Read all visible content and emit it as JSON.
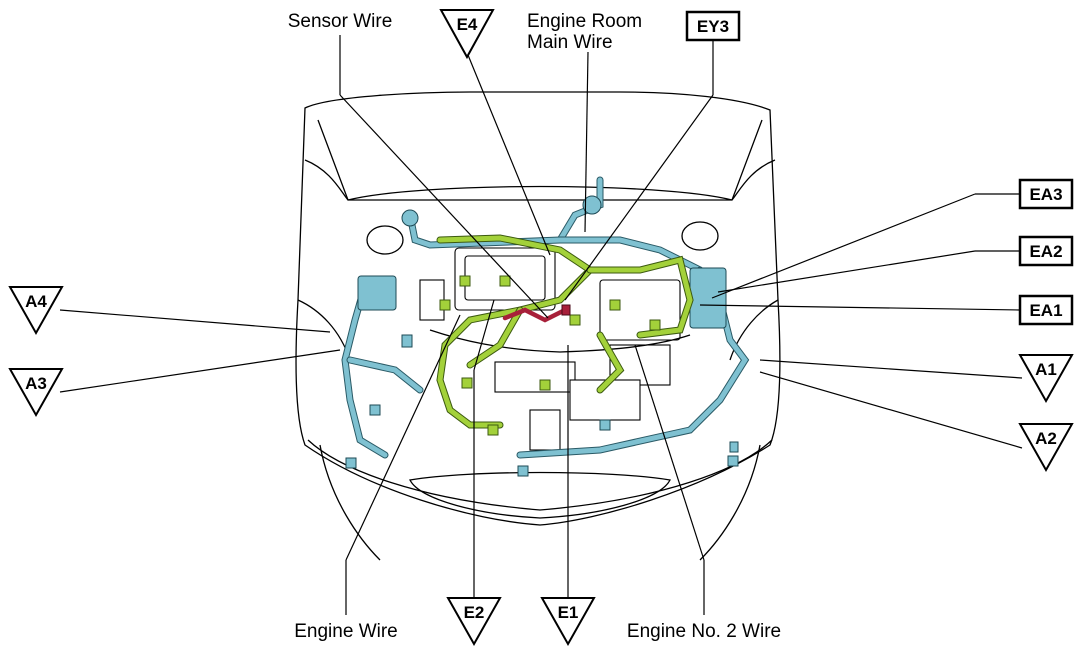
{
  "labels": {
    "sensor_wire": "Sensor Wire",
    "engine_room_main_wire_line1": "Engine Room",
    "engine_room_main_wire_line2": "Main Wire",
    "engine_wire": "Engine Wire",
    "engine_no2_wire": "Engine No. 2 Wire"
  },
  "tags": {
    "e4": "E4",
    "ey3": "EY3",
    "ea3": "EA3",
    "ea2": "EA2",
    "ea1": "EA1",
    "a4": "A4",
    "a3": "A3",
    "a1": "A1",
    "a2": "A2",
    "e2": "E2",
    "e1": "E1"
  },
  "colors": {
    "engine_room_harness": "#7fc1d1",
    "engine_harness": "#a3d13a",
    "sensor_harness": "#a8203a"
  }
}
